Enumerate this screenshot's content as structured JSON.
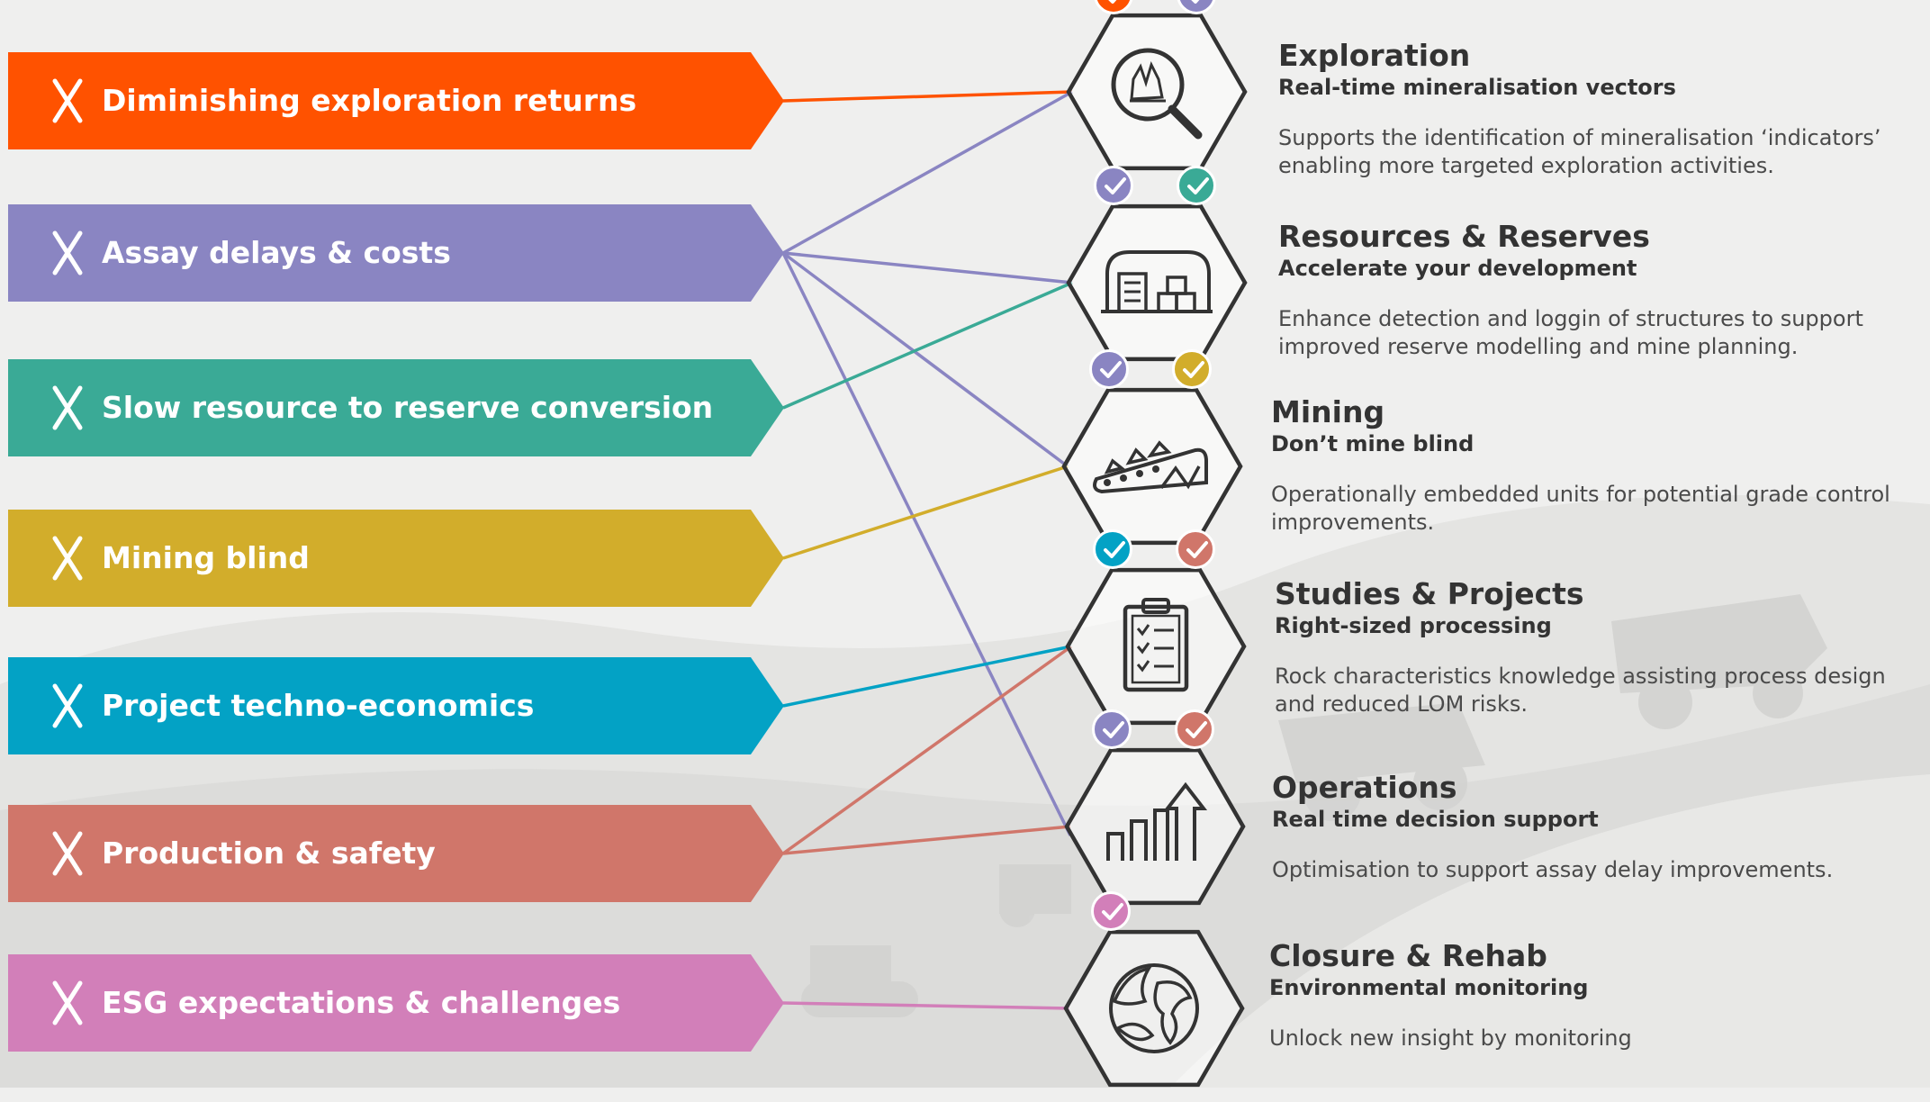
{
  "challenges": [
    {
      "label": "Diminishing exploration returns",
      "color": "#ff5200"
    },
    {
      "label": "Assay delays & costs",
      "color": "#8a85c2"
    },
    {
      "label": "Slow resource to reserve conversion",
      "color": "#3aaa96"
    },
    {
      "label": "Mining blind",
      "color": "#d2ad2b"
    },
    {
      "label": "Project techno-economics",
      "color": "#03a2c5"
    },
    {
      "label": "Production & safety",
      "color": "#d0766a"
    },
    {
      "label": "ESG expectations & challenges",
      "color": "#d27fb9"
    }
  ],
  "stages": [
    {
      "title": "Exploration",
      "subtitle": "Real-time mineralisation vectors",
      "description": "Supports the identification of mineralisation ‘indicators’ enabling more targeted exploration activities.",
      "icon": "crystal-magnifier-icon",
      "checks": [
        "#ff5200",
        "#8a85c2"
      ]
    },
    {
      "title": "Resources & Reserves",
      "subtitle": "Accelerate your development",
      "description": "Enhance detection and loggin of structures to support improved reserve modelling and mine planning.",
      "icon": "warehouse-icon",
      "checks": [
        "#8a85c2",
        "#3aaa96"
      ]
    },
    {
      "title": "Mining",
      "subtitle": "Don’t mine blind",
      "description": "Operationally embedded units for potential grade control improvements.",
      "icon": "conveyor-icon",
      "checks": [
        "#8a85c2",
        "#d2ad2b"
      ]
    },
    {
      "title": "Studies & Projects",
      "subtitle": "Right-sized processing",
      "description": "Rock characteristics knowledge assisting process design and reduced LOM risks.",
      "icon": "clipboard-checklist-icon",
      "checks": [
        "#03a2c5",
        "#d0766a"
      ]
    },
    {
      "title": "Operations",
      "subtitle": "Real time decision support",
      "description": "Optimisation to support assay delay improvements.",
      "icon": "growth-chart-icon",
      "checks": [
        "#8a85c2",
        "#d0766a"
      ]
    },
    {
      "title": "Closure & Rehab",
      "subtitle": "Environmental monitoring",
      "description": "Unlock new insight by monitoring",
      "icon": "globe-leaf-icon",
      "checks": [
        "#d27fb9"
      ]
    }
  ],
  "connections": [
    {
      "from": 0,
      "to": 0,
      "color": "#ff5200"
    },
    {
      "from": 1,
      "to": 0,
      "color": "#8a85c2"
    },
    {
      "from": 1,
      "to": 1,
      "color": "#8a85c2"
    },
    {
      "from": 1,
      "to": 2,
      "color": "#8a85c2"
    },
    {
      "from": 1,
      "to": 4,
      "color": "#8a85c2"
    },
    {
      "from": 2,
      "to": 1,
      "color": "#3aaa96"
    },
    {
      "from": 3,
      "to": 2,
      "color": "#d2ad2b"
    },
    {
      "from": 4,
      "to": 3,
      "color": "#03a2c5"
    },
    {
      "from": 5,
      "to": 3,
      "color": "#d0766a"
    },
    {
      "from": 5,
      "to": 4,
      "color": "#d0766a"
    },
    {
      "from": 6,
      "to": 5,
      "color": "#d27fb9"
    }
  ],
  "icons": {
    "challenge_marker": "x-icon",
    "stage_check": "check-icon"
  }
}
